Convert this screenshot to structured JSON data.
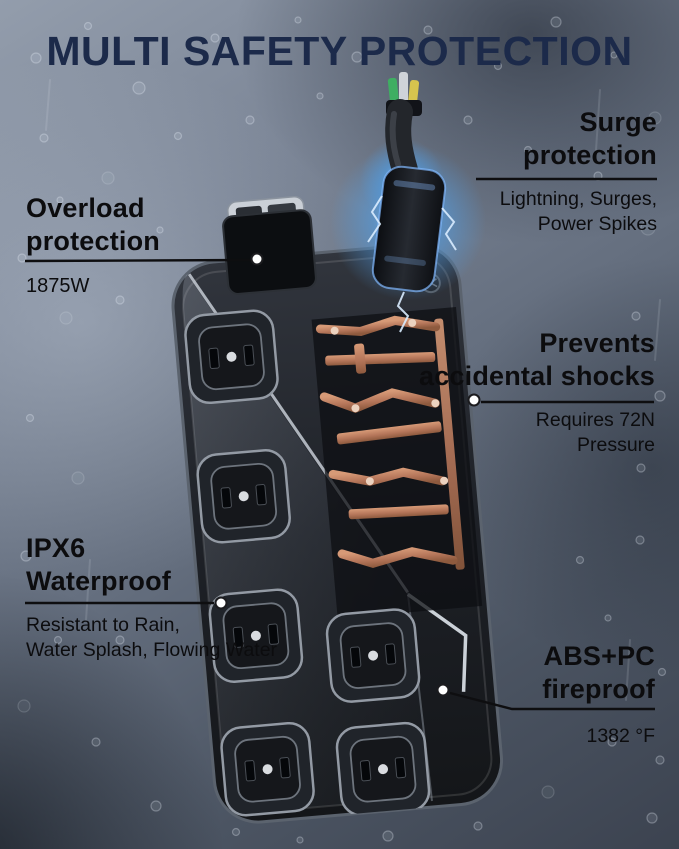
{
  "title": "MULTI SAFETY PROTECTION",
  "colors": {
    "title_text": "#1c2a4a",
    "body_text": "#0c0c0e",
    "glow_blue": "#5fb2ff",
    "copper": "#c08a66"
  },
  "callouts": {
    "surge": {
      "title": "Surge\nprotection",
      "desc": "Lightning, Surges,\nPower Spikes"
    },
    "overload": {
      "title": "Overload\nprotection",
      "desc": "1875W"
    },
    "shocks": {
      "title": "Prevents\naccidental shocks",
      "desc": "Requires 72N\nPressure"
    },
    "waterproof": {
      "title": "IPX6\nWaterproof",
      "desc": "Resistant to Rain,\nWater Splash, Flowing Water"
    },
    "fireproof": {
      "title": "ABS+PC\nfireproof",
      "desc": "1382 °F"
    }
  }
}
